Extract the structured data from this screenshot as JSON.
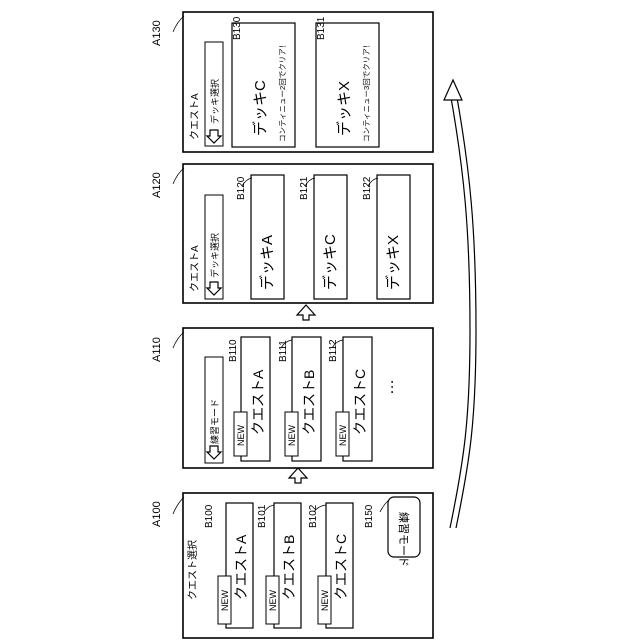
{
  "ref_labels": {
    "a100": "A100",
    "a110": "A110",
    "a120": "A120",
    "a130": "A130",
    "b100": "B100",
    "b101": "B101",
    "b102": "B102",
    "b150": "B150",
    "b110": "B110",
    "b111": "B111",
    "b112": "B112",
    "b120": "B120",
    "b121": "B121",
    "b122": "B122",
    "b130": "B130",
    "b131": "B131"
  },
  "screen_a100": {
    "title": "クエスト選択",
    "new_badge": "NEW",
    "buttons": [
      "クエストA",
      "クエストB",
      "クエストC"
    ],
    "practice_button": "練習モード"
  },
  "screen_a110": {
    "header": "練習モード",
    "new_badge": "NEW",
    "buttons": [
      "クエストA",
      "クエストB",
      "クエストC"
    ],
    "more": "…"
  },
  "screen_a120": {
    "title": "クエストA",
    "header": "デッキ選択",
    "buttons": [
      "デッキA",
      "デッキC",
      "デッキX"
    ]
  },
  "screen_a130": {
    "title": "クエストA",
    "header": "デッキ選択",
    "buttons": [
      {
        "name": "デッキC",
        "note": "コンティニュー2回でクリア！"
      },
      {
        "name": "デッキX",
        "note": "コンティニュー3回でクリア！"
      }
    ]
  }
}
